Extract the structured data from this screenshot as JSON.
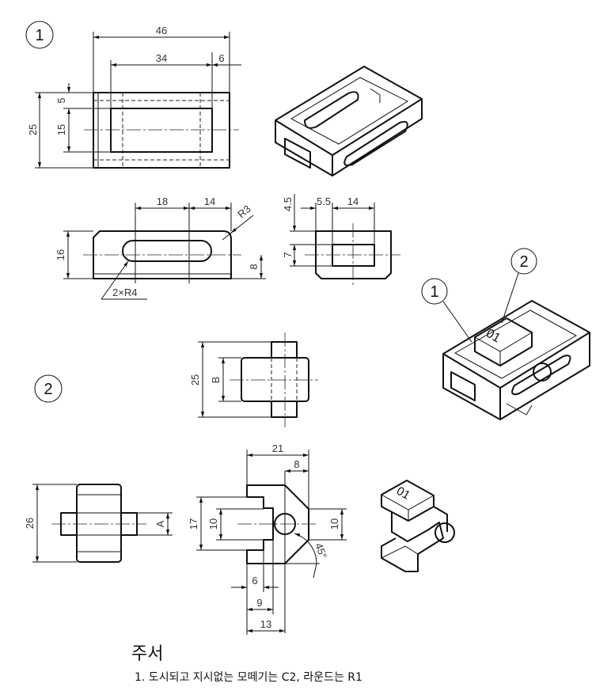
{
  "balloons": {
    "part1": "1",
    "part2": "2",
    "assembly_1": "1",
    "assembly_2": "2"
  },
  "part1": {
    "top_view": {
      "width": "46",
      "inner": "34",
      "edge": "6",
      "height": "25",
      "offset": "5",
      "inner_height": "15"
    },
    "front_view": {
      "slot_span": "18",
      "right": "14",
      "radius": "R3",
      "slot_radius": "2×R4",
      "height": "16",
      "center": "8"
    },
    "side_view": {
      "top": "4.5",
      "left": "5.5",
      "width": "14",
      "height": "7"
    }
  },
  "part2": {
    "top_view": {
      "height": "25",
      "b": "B"
    },
    "front_view": {
      "height": "26",
      "a": "A"
    },
    "side_view": {
      "width": "21",
      "chamfer": "8",
      "height": "17",
      "left_10": "10",
      "right_10": "10",
      "angle": "45°",
      "d6": "6",
      "d9": "9",
      "d13": "13"
    },
    "iso_label": "01"
  },
  "assembly_label": "01",
  "notes": {
    "title": "주서",
    "line1": "1. 도시되고 지시없는 모떼기는 C2, 라운드는 R1"
  }
}
